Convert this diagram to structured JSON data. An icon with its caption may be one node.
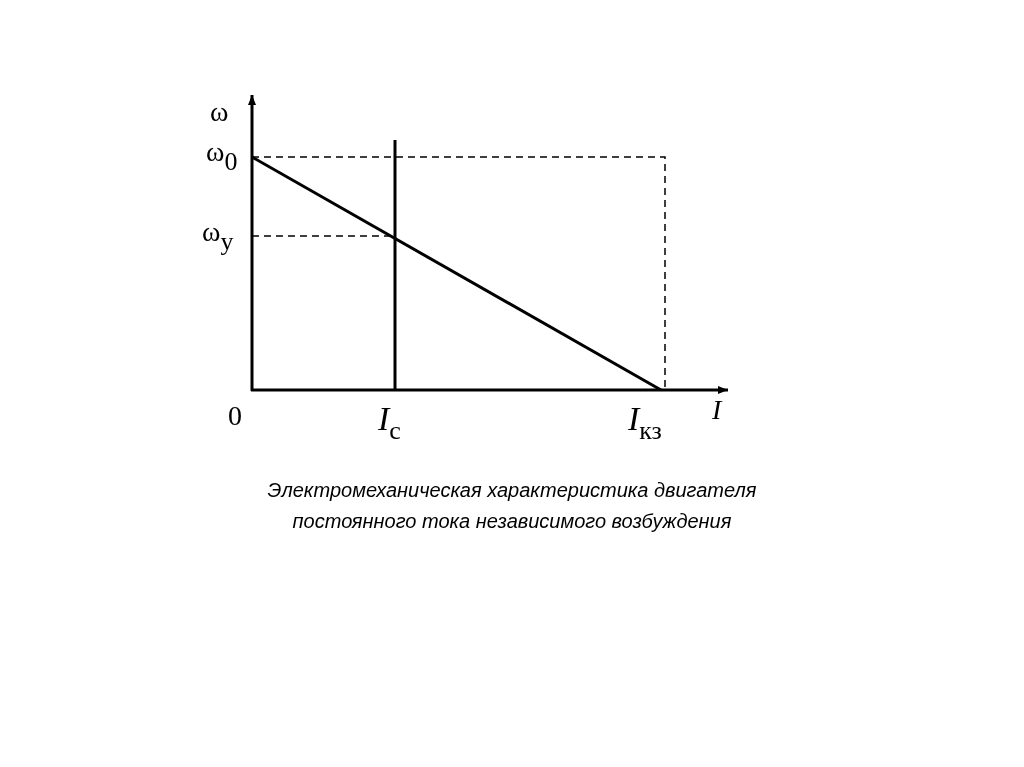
{
  "diagram": {
    "caption": "Электромеханическая характеристика двигателя постоянного тока независимого возбуждения",
    "labels": [
      "ω",
      "ω$_{0}$",
      "ω$_{у}$",
      "0",
      "*I*$_{с}$",
      "*I*$_{кз}$",
      "*I*"
    ]
  }
}
